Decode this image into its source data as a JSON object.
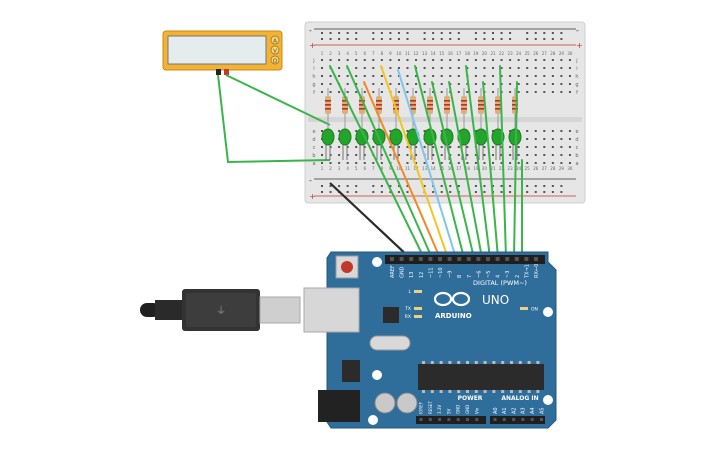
{
  "breadboard": {
    "rail_plus": "+",
    "rail_minus": "-",
    "row_letters_top": [
      "j",
      "i",
      "h",
      "g",
      "f"
    ],
    "row_letters_bottom": [
      "e",
      "d",
      "c",
      "b",
      "a"
    ],
    "column_numbers": [
      "1",
      "2",
      "3",
      "4",
      "5",
      "6",
      "7",
      "8",
      "9",
      "10",
      "11",
      "12",
      "13",
      "14",
      "15",
      "16",
      "17",
      "18",
      "19",
      "20",
      "21",
      "22",
      "23",
      "24",
      "25",
      "26",
      "27",
      "28",
      "29",
      "30"
    ],
    "led_count": 12,
    "led_color": "#22a52a",
    "resistor_color": "#d9b27a"
  },
  "meter": {
    "mode_labels": [
      "A",
      "V",
      "Ω"
    ],
    "body_color": "#f2b233"
  },
  "arduino": {
    "brand": "ARDUINO",
    "model": "UNO",
    "digital_header_label": "DIGITAL (PWM~)",
    "digital_pin_labels": [
      "AREF",
      "GND",
      "13",
      "12",
      "~11",
      "~10",
      "~9",
      "8",
      "7",
      "~6",
      "~5",
      "4",
      "~3",
      "2",
      "TX→1",
      "RX←0"
    ],
    "led_labels": [
      "L",
      "TX",
      "RX"
    ],
    "on_label": "ON",
    "power_header_label": "POWER",
    "power_pin_labels": [
      "IOREF",
      "RESET",
      "3.3V",
      "5V",
      "GND",
      "GND",
      "Vin"
    ],
    "analog_header_label": "ANALOG IN",
    "analog_pin_labels": [
      "A0",
      "A1",
      "A2",
      "A3",
      "A4",
      "A5"
    ],
    "board_color": "#2f6d9b"
  },
  "wire_colors": {
    "green": "#3ab54a",
    "orange": "#f08a24",
    "yellow": "#f2c61f",
    "blue": "#7fc6e8",
    "black": "#2b2b2b"
  }
}
